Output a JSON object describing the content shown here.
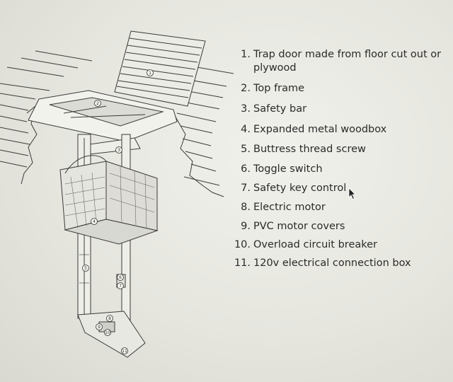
{
  "diagram": {
    "callouts": [
      "1",
      "2",
      "3",
      "4",
      "5",
      "6",
      "7",
      "8",
      "9",
      "10",
      "11"
    ]
  },
  "parts_list": [
    {
      "num": "1.",
      "text": "Trap door made from floor cut out or plywood"
    },
    {
      "num": "2.",
      "text": "Top frame"
    },
    {
      "num": "3.",
      "text": "Safety bar"
    },
    {
      "num": "4.",
      "text": "Expanded metal woodbox"
    },
    {
      "num": "5.",
      "text": "Buttress thread screw"
    },
    {
      "num": "6.",
      "text": "Toggle switch"
    },
    {
      "num": "7.",
      "text": "Safety key control"
    },
    {
      "num": "8.",
      "text": "Electric motor"
    },
    {
      "num": "9.",
      "text": "PVC motor covers"
    },
    {
      "num": "10.",
      "text": "Overload circuit breaker"
    },
    {
      "num": "11.",
      "text": "120v electrical connection box"
    }
  ]
}
